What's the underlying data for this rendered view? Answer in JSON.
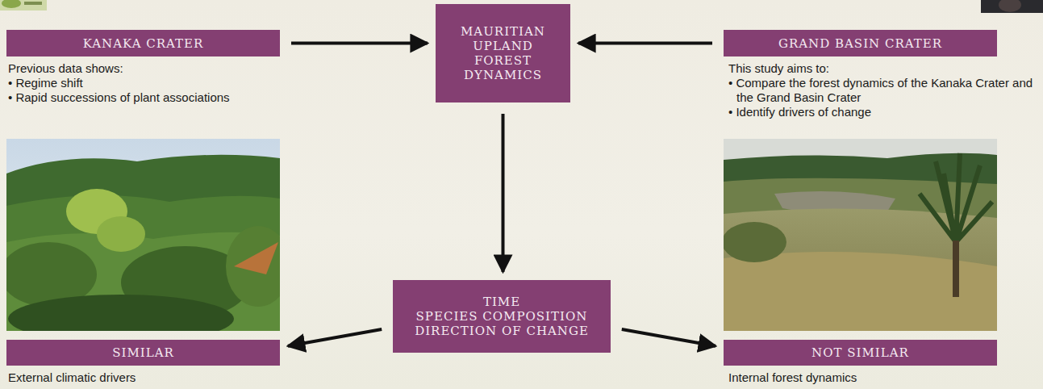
{
  "diagram": {
    "nodes": [
      {
        "text": [
          "KANAKA CRATER"
        ]
      },
      {
        "text": [
          "MAURITIAN UPLAND FOREST DYNAMICS"
        ]
      },
      {
        "text": [
          "GRAND BASIN CRATER"
        ]
      },
      {
        "text": [
          "TIME",
          "SPECIES COMPOSITION",
          "DIRECTION OF CHANGE"
        ]
      },
      {
        "text": [
          "SIMILAR"
        ]
      },
      {
        "text": [
          "NOT SIMILAR"
        ]
      }
    ],
    "edges": [
      {
        "from": 0,
        "to": 1,
        "arrow": "to"
      },
      {
        "from": 2,
        "to": 1,
        "arrow": "to"
      },
      {
        "from": 1,
        "to": 3,
        "arrow": "to"
      },
      {
        "from": 3,
        "to": 4,
        "arrow": "to"
      },
      {
        "from": 3,
        "to": 5,
        "arrow": "to"
      }
    ],
    "labels": [
      "Previous data shows:",
      "• Regime shift",
      "• Rapid successions of plant associations",
      "This study aims to:",
      "• Compare the forest dynamics of the Kanaka Crater and the Grand Basin Crater",
      "• Identify drivers of change",
      "External climatic drivers",
      "Internal forest dynamics"
    ]
  }
}
